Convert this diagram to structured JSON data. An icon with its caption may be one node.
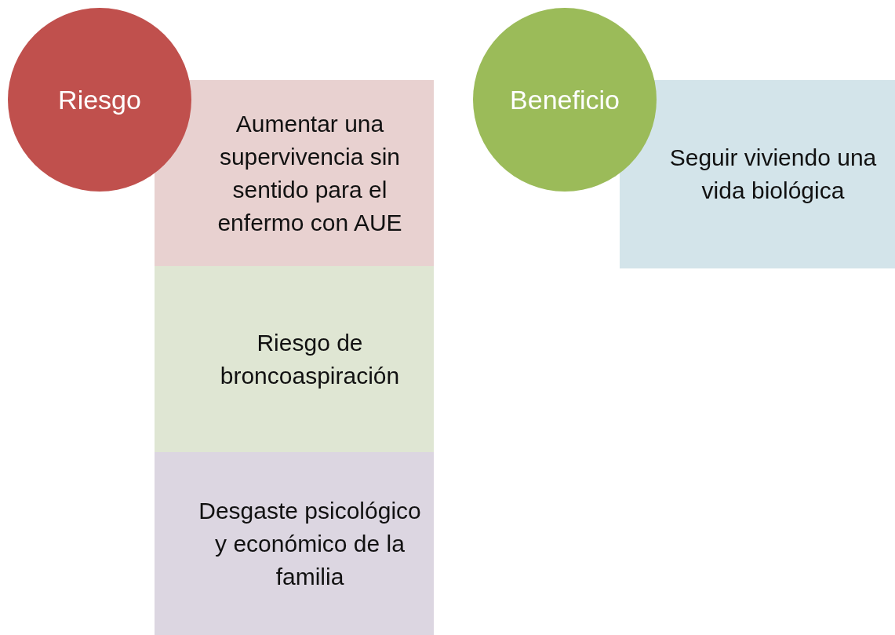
{
  "diagram": {
    "nodes": [
      {
        "text": [
          "Riesgo"
        ]
      },
      {
        "text": [
          "Aumentar una supervivencia sin sentido para el enfermo con AUE"
        ]
      },
      {
        "text": [
          "Riesgo de broncoaspiración"
        ]
      },
      {
        "text": [
          "Desgaste psicológico y económico de la familia"
        ]
      },
      {
        "text": [
          "Beneficio"
        ]
      },
      {
        "text": [
          "Seguir viviendo una vida biológica"
        ]
      }
    ]
  }
}
